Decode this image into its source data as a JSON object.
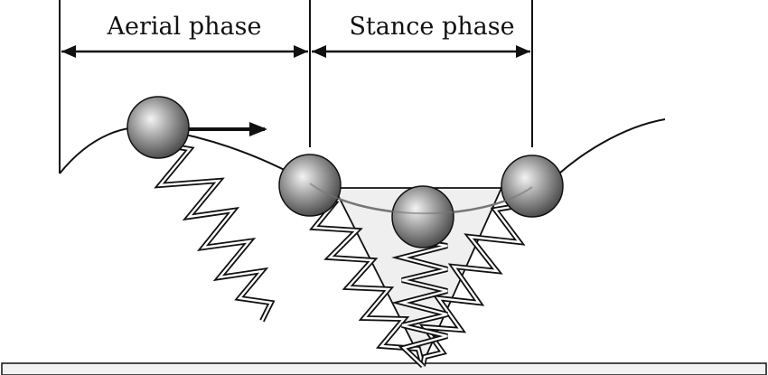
{
  "labels": {
    "aerial": "Aerial phase",
    "stance": "Stance phase"
  },
  "colors": {
    "line": "#111111",
    "ground": "#f2f2f2",
    "cone_fill": "#efefef",
    "arc": "#777777",
    "ball_light": "#f4f4f4",
    "ball_mid": "#a6a6a6",
    "ball_dark": "#4a4a4a"
  },
  "icons": [
    "mass-ball",
    "velocity-arrow",
    "leg-spring",
    "ground-plane"
  ]
}
